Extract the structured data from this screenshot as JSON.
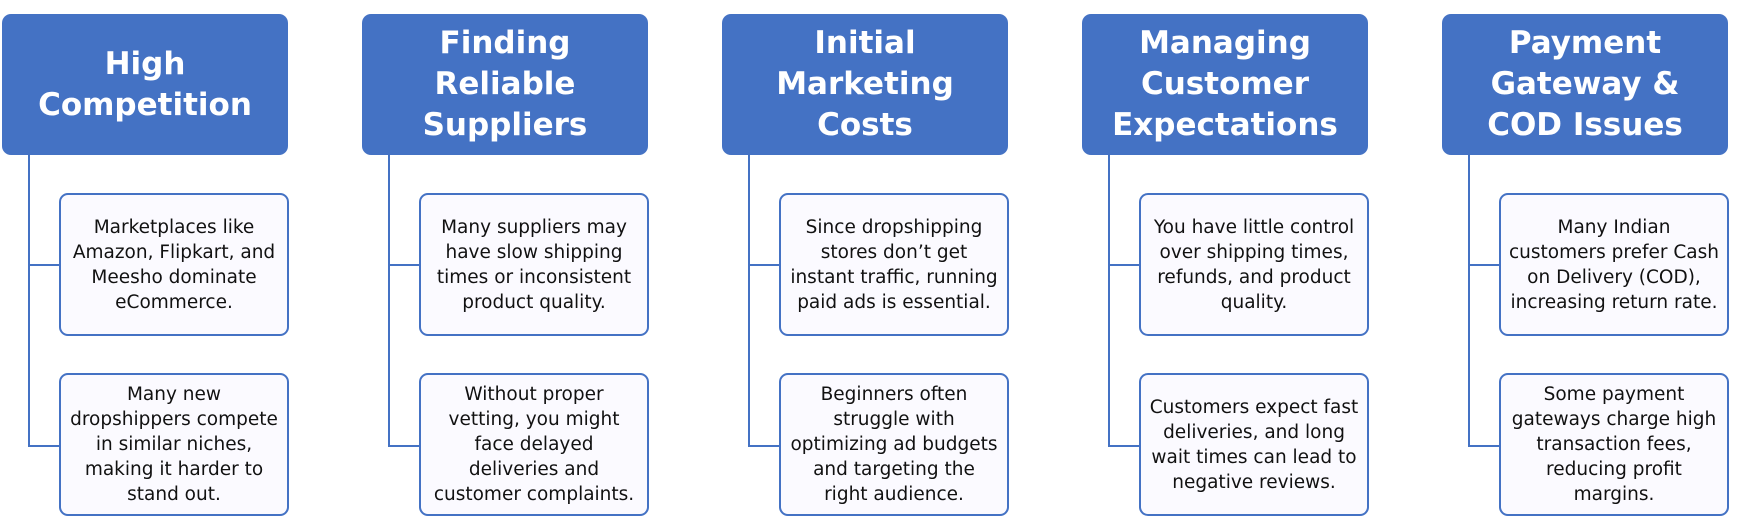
{
  "columns": [
    {
      "title": "High Competition",
      "points": [
        "Marketplaces like Amazon, Flipkart, and Meesho dominate eCommerce.",
        "Many new dropshippers compete in similar niches, making it harder to stand out."
      ]
    },
    {
      "title": "Finding Reliable Suppliers",
      "points": [
        "Many suppliers may have slow shipping times or inconsistent product quality.",
        "Without proper vetting, you might face delayed deliveries and customer complaints."
      ]
    },
    {
      "title": "Initial Marketing Costs",
      "points": [
        "Since dropshipping stores don’t get instant traffic, running paid ads is essential.",
        "Beginners often struggle with optimizing ad budgets and targeting the right audience."
      ]
    },
    {
      "title": "Managing Customer Expectations",
      "points": [
        "You have little control over shipping times, refunds, and product quality.",
        "Customers expect fast deliveries, and long wait times can lead to negative reviews."
      ]
    },
    {
      "title": "Payment Gateway & COD Issues",
      "points": [
        "Many Indian customers prefer Cash on Delivery (COD), increasing return rate.",
        "Some payment gateways charge high transaction fees, reducing profit margins."
      ]
    }
  ],
  "colors": {
    "header_fill": "#4472c4",
    "card_border": "#4472c4",
    "card_fill": "#fbfaff"
  }
}
